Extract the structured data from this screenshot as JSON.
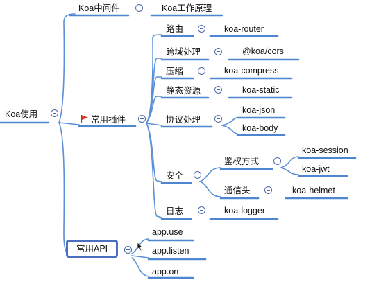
{
  "mindmap": {
    "root": "Koa使用",
    "koa_middleware": {
      "label": "Koa中间件",
      "child": "Koa工作原理"
    },
    "plugins": {
      "label": "常用插件",
      "routing": {
        "label": "路由",
        "child": "koa-router"
      },
      "cors": {
        "label": "跨域处理",
        "child": "@koa/cors"
      },
      "compress": {
        "label": "压缩",
        "child": "koa-compress"
      },
      "static": {
        "label": "静态资源",
        "child": "koa-static"
      },
      "protocol": {
        "label": "协议处理",
        "children": [
          "koa-json",
          "koa-body"
        ]
      },
      "security": {
        "label": "安全",
        "auth": {
          "label": "鉴权方式",
          "children": [
            "koa-session",
            "koa-jwt"
          ]
        },
        "headers": {
          "label": "通信头",
          "child": "koa-helmet"
        }
      },
      "logging": {
        "label": "日志",
        "child": "koa-logger"
      }
    },
    "api": {
      "label": "常用API",
      "children": [
        "app.use",
        "app.listen",
        "app.on"
      ]
    }
  },
  "colors": {
    "branch": "#5b8fd6",
    "underline": "#4f86d0",
    "selected_border": "#4a6fc1",
    "flag": "#e03a2f"
  },
  "icons": [
    "flag-icon",
    "collapse-icon",
    "cursor-icon"
  ]
}
